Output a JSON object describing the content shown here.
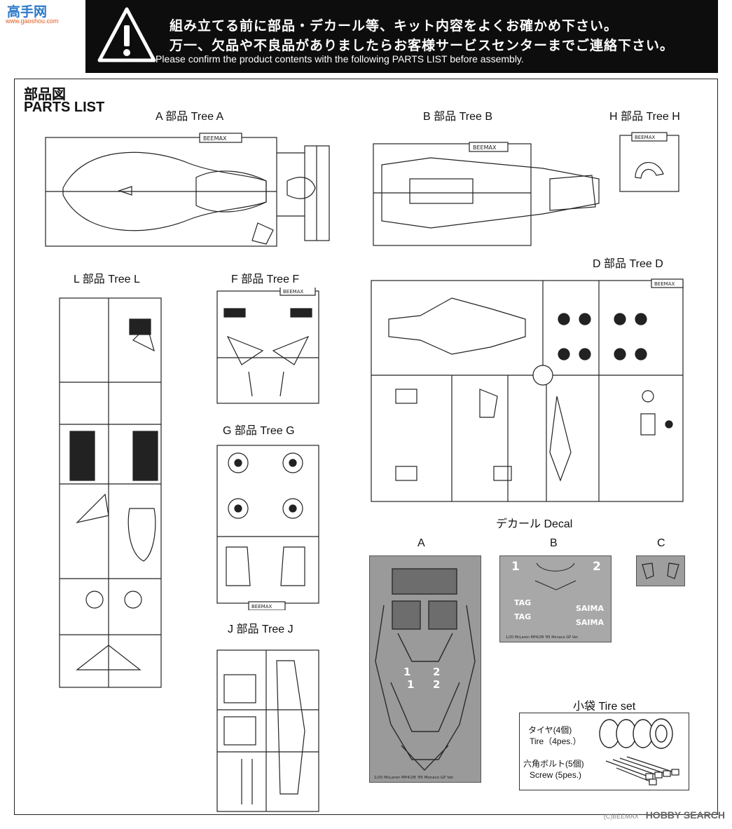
{
  "watermark": {
    "site_name": "高手网",
    "url": "www.gaoshou.com"
  },
  "banner": {
    "line_jp_1": "組み立てる前に部品・デカール等、キット内容をよくお確かめ下さい。",
    "line_jp_2": "万一、欠品や不良品がありましたらお客様サービスセンターまでご連絡下さい。",
    "line_en": "Please confirm the product contents with the following PARTS LIST before assembly."
  },
  "section": {
    "title_jp": "部品図",
    "title_en": "PARTS LIST"
  },
  "trees": {
    "a": "A 部品 Tree A",
    "b": "B 部品 Tree B",
    "h": "H 部品 Tree H",
    "l": "L 部品 Tree L",
    "f": "F 部品 Tree F",
    "d": "D 部品 Tree D",
    "g": "G 部品 Tree G",
    "j": "J 部品 Tree J"
  },
  "sprue_tag": "BEEMAX",
  "decal": {
    "heading": "デカール Decal",
    "labels": {
      "a": "A",
      "b": "B",
      "c": "C"
    },
    "caption_a": "1/20 McLaren MP4/2B '85 Monaco GP Ver.",
    "caption_b": "1/20 McLaren MP4/2B '85 Monaco GP Ver.",
    "numbers_a": [
      "1",
      "2",
      "1",
      "2"
    ],
    "numbers_b": [
      "1",
      "2"
    ],
    "sponsor_b": [
      "SAIMA",
      "SAIMA",
      "TAG",
      "TAG"
    ]
  },
  "tireset": {
    "heading": "小袋 Tire set",
    "tire_jp": "タイヤ(4個)",
    "tire_en": "Tire（4pes.）",
    "screw_jp": "六角ボルト(5個)",
    "screw_en": "Screw (5pes.)"
  },
  "footer": {
    "copyright": "(C)BEEMAX",
    "brand": "HOBBY SEARCH"
  }
}
